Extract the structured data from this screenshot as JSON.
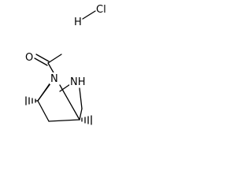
{
  "molecule": {
    "atoms": {
      "oxygen": "O",
      "nitrogen_bridge": "N",
      "nitrogen_amine": "NH",
      "salt_hydrogen": "H",
      "salt_chlorine": "Cl"
    },
    "stereo": {
      "left_bridgehead": "hashed-wedge",
      "right_bridgehead": "hashed-wedge"
    }
  },
  "colors": {
    "ink": "#000000",
    "background": "#ffffff"
  }
}
